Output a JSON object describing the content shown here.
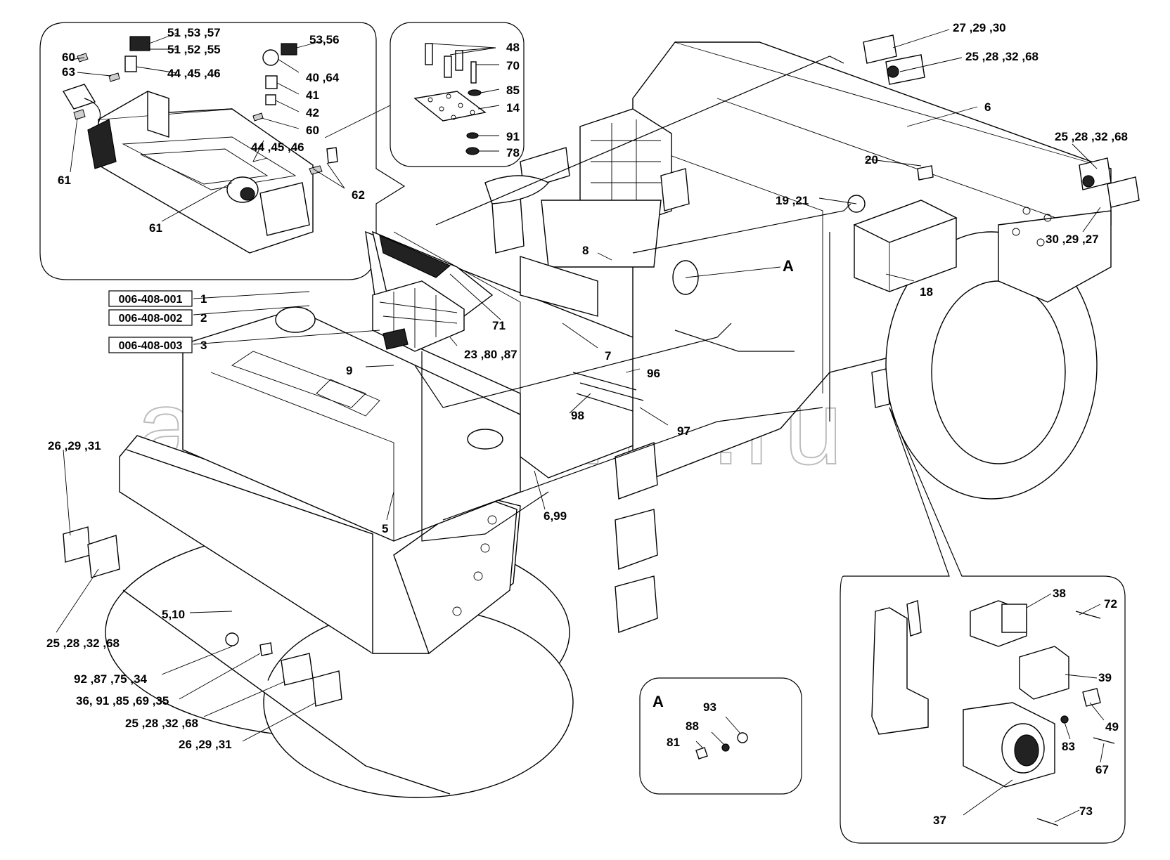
{
  "watermark": "ansat-parts.ru",
  "part_refs": [
    {
      "code": "006-408-001",
      "num": "1"
    },
    {
      "code": "006-408-002",
      "num": "2"
    },
    {
      "code": "006-408-003",
      "num": "3"
    }
  ],
  "inset_detail_label": "A",
  "main_detail_marker": "A",
  "labels": {
    "top_left_inset": [
      "51 ,53 ,57",
      "51 ,52 ,55",
      "60",
      "63",
      "44 ,45 ,46",
      "53,56",
      "40 ,64",
      "41",
      "42",
      "60",
      "44 ,45 ,46",
      "61",
      "61",
      "62"
    ],
    "top_mid_inset": [
      "48",
      "70",
      "85",
      "14",
      "91",
      "78"
    ],
    "main": [
      "27 ,29 ,30",
      "25 ,28 ,32 ,68",
      "6",
      "25 ,28 ,32 ,68",
      "20",
      "19 ,21",
      "30 ,29 ,27",
      "18",
      "8",
      "71",
      "23 ,80 ,87",
      "7",
      "96",
      "9",
      "98",
      "97",
      "5",
      "6,99",
      "26 ,29 ,31",
      "5,10",
      "25 ,28 ,32 ,68",
      "92 ,87 ,75 ,34",
      "36, 91 ,85 ,69 ,35",
      "25 ,28 ,32 ,68",
      "26 ,29 ,31"
    ],
    "detail_a": [
      "93",
      "88",
      "81"
    ],
    "bottom_right_inset": [
      "38",
      "72",
      "39",
      "49",
      "83",
      "67",
      "73",
      "37"
    ]
  }
}
